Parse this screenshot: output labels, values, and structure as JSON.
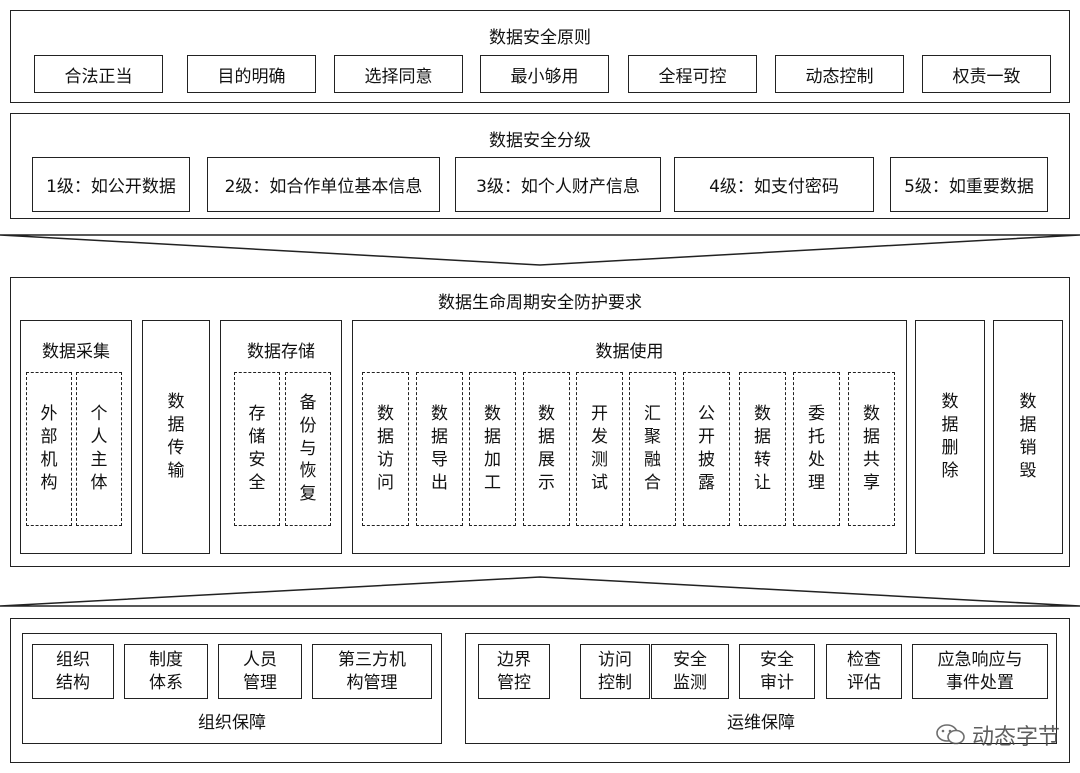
{
  "principles": {
    "title": "数据安全原则",
    "items": [
      "合法正当",
      "目的明确",
      "选择同意",
      "最小够用",
      "全程可控",
      "动态控制",
      "权责一致"
    ]
  },
  "grading": {
    "title": "数据安全分级",
    "items": [
      "1级：如公开数据",
      "2级：如合作单位基本信息",
      "3级：如个人财产信息",
      "4级：如支付密码",
      "5级：如重要数据"
    ]
  },
  "lifecycle": {
    "title": "数据生命周期安全防护要求",
    "collect": {
      "title": "数据采集",
      "subs": [
        "外部机构",
        "个人主体"
      ]
    },
    "transmit": "数据传输",
    "storage": {
      "title": "数据存储",
      "subs": [
        "存储安全",
        "备份与恢复"
      ]
    },
    "use": {
      "title": "数据使用",
      "subs": [
        "数据访问",
        "数据导出",
        "数据加工",
        "数据展示",
        "开发测试",
        "汇聚融合",
        "公开披露",
        "数据转让",
        "委托处理",
        "数据共享"
      ]
    },
    "delete": "数据删除",
    "destroy": "数据销毁"
  },
  "guarantee": {
    "org": {
      "title": "组织保障",
      "items": [
        [
          "组织",
          "结构"
        ],
        [
          "制度",
          "体系"
        ],
        [
          "人员",
          "管理"
        ],
        [
          "第三方机",
          "构管理"
        ]
      ]
    },
    "ops": {
      "title": "运维保障",
      "items": [
        [
          "边界",
          "管控"
        ],
        [
          "访问",
          "控制"
        ],
        [
          "安全",
          "监测"
        ],
        [
          "安全",
          "审计"
        ],
        [
          "检查",
          "评估"
        ],
        [
          "应急响应与",
          "事件处置"
        ]
      ]
    }
  },
  "watermark": "动态字节"
}
